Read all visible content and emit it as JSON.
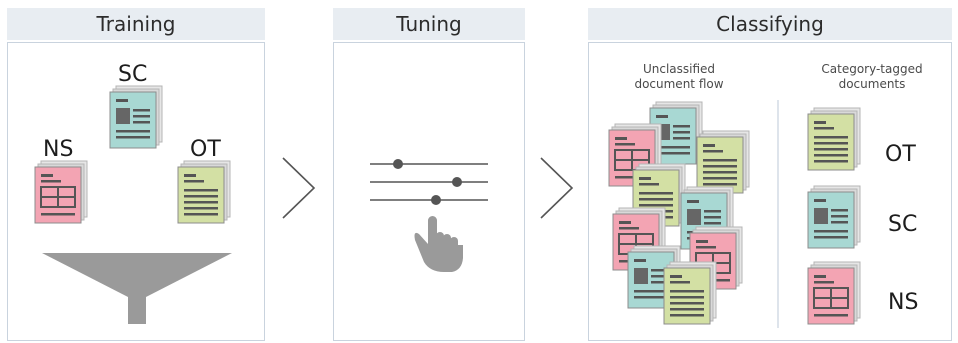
{
  "stages": [
    {
      "title": "Training"
    },
    {
      "title": "Tuning"
    },
    {
      "title": "Classifying"
    }
  ],
  "training": {
    "labels": {
      "sc": "SC",
      "ns": "NS",
      "ot": "OT"
    }
  },
  "classifying": {
    "unclassified_title": "Unclassified document flow",
    "tagged_title": "Category-tagged documents",
    "tagged_labels": [
      "OT",
      "SC",
      "NS"
    ]
  },
  "colors": {
    "teal": "#a8d8d3",
    "pink": "#f3a4b3",
    "green": "#d3e0a4",
    "header_bg": "#e8edf2",
    "funnel": "#9a9a9a",
    "arrow": "#555555"
  }
}
